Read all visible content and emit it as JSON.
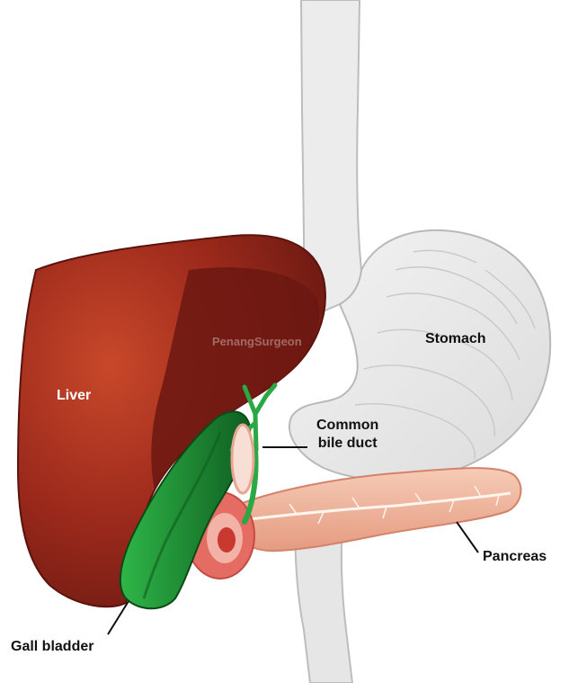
{
  "labels": {
    "liver": "Liver",
    "stomach": "Stomach",
    "common_bile_duct_line1": "Common",
    "common_bile_duct_line2": "bile duct",
    "pancreas": "Pancreas",
    "gall_bladder": "Gall bladder"
  },
  "watermark": "PenangSurgeon",
  "colors": {
    "liver": "#8e2218",
    "liver_highlight": "#c8482a",
    "liver_underside": "#6b1712",
    "gall_bladder": "#1f9a36",
    "gall_bladder_dark": "#0f5e20",
    "stomach": "#e9e9e9",
    "stomach_outline": "#b9b9b9",
    "pancreas": "#efb79f",
    "pancreas_outline": "#d4826a",
    "duodenum": "#e88a80"
  }
}
